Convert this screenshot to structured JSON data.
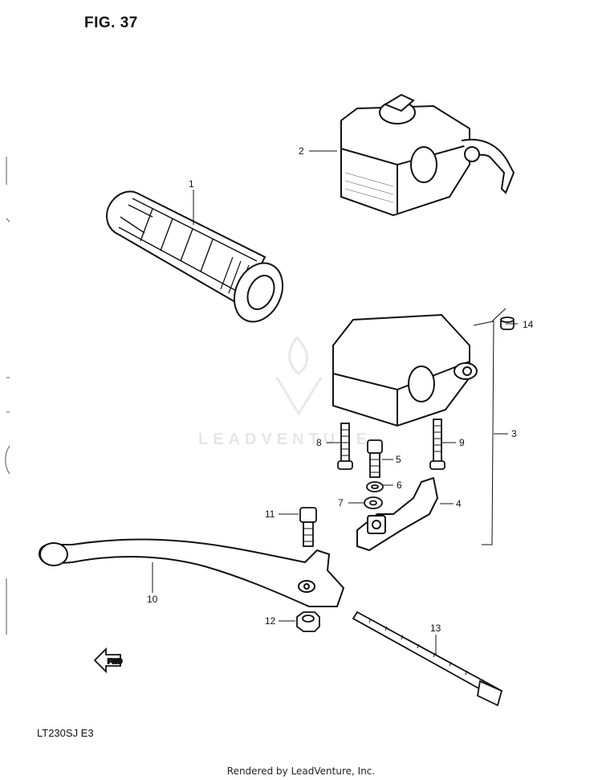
{
  "figure": {
    "title": "FIG. 37"
  },
  "model_code": "LT230SJ  E3",
  "watermark": "LEADVENTURE",
  "footer": "Rendered by LeadVenture, Inc.",
  "fwd_marker": "FWD",
  "callouts": {
    "c1": "1",
    "c2": "2",
    "c3": "3",
    "c4": "4",
    "c5": "5",
    "c6": "6",
    "c7": "7",
    "c8": "8",
    "c9": "9",
    "c10": "10",
    "c11": "11",
    "c12": "12",
    "c13": "13",
    "c14": "14"
  },
  "colors": {
    "line": "#111111",
    "watermark": "#e6e6e6",
    "background": "#ffffff"
  }
}
